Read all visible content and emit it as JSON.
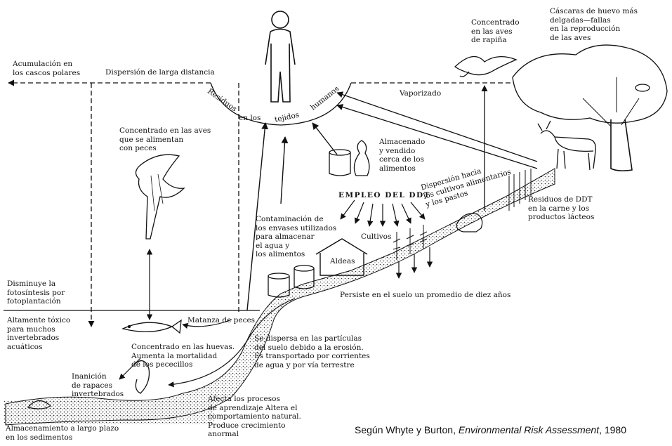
{
  "labels": {
    "acumulacion": "Acumulación en\nlos cascos polares",
    "dispersion_larga": "Dispersión de larga distancia",
    "residuos_tejidos": [
      "Residuos",
      "en los",
      "tejidos",
      "humanos"
    ],
    "vaporizado": "Vaporizado",
    "concentrado_rapina": "Concentrado\nen las aves\nde rapiña",
    "cascaras": "Cáscaras de huevo más\ndelgadas—fallas\nen la reproducción\nde las aves",
    "concentrado_peces": "Concentrado en las aves\nque se alimentan\ncon peces",
    "almacenado": "Almacenado\ny vendido\ncerca de los\nalimentos",
    "dispersion_cultivos": "Dispersión hacia\nlos cultivos alimentarios\ny los pastos",
    "empleo_ddt": "EMPLEO DEL DDT",
    "residuos_carne": "Residuos de DDT\nen la carne y los\nproductos lácteos",
    "contaminacion_envases": "Contaminación de\nlos envases utilizados\npara almacenar\nel agua y\nlos alimentos",
    "cultivos": "Cultivos",
    "aldeas": "Aldeas",
    "persiste_suelo": "Persiste en el suelo un promedio de diez años",
    "disminuye_fotosintesis": "Disminuye la\nfotosíntesis por\nfotoplantación",
    "altamente_toxico": "Altamente tóxico\npara muchos\ninvertebrados\nacuáticos",
    "matanza_peces": "Matanza de peces",
    "concentrado_huevas": "Concentrado en las huevas.\nAumenta la mortalidad\nde los pececillos",
    "se_dispersa": "Se dispersa en las partículas\ndel suelo debido a la erosión.\nEs transportado por corrientes\nde agua y por vía terrestre",
    "inanicion": "Inanición\nde rapaces\ninvertebrados",
    "afecta_procesos": "Afecta los procesos\nde aprendizaje Altera el\ncomportamiento natural.\nProduce crecimiento\nanormal",
    "almacenamiento_sedimentos": "Almacenamiento a largo plazo\nen los sedimentos"
  },
  "credit": {
    "prefix": "Según Whyte y Burton, ",
    "title": "Environmental Risk Assessment",
    "suffix": ", 1980"
  },
  "colors": {
    "ink": "#111111",
    "background": "#ffffff"
  }
}
